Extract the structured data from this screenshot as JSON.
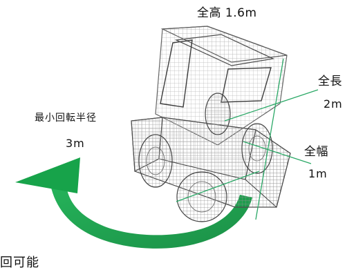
{
  "dimensions": {
    "height_label": "全高 1.6m",
    "length_title": "全長",
    "length_value": "2m",
    "width_title": "全幅",
    "width_value": "1m",
    "radius_title": "最小回転半径",
    "radius_value": "3m"
  },
  "footer": {
    "partial_text": "回可能"
  },
  "colors": {
    "arrow_green": "#17a34a",
    "line_green": "#2aa866",
    "wireframe": "#6b6b6b",
    "dark_wireframe": "#3f3f3f"
  },
  "icons": {
    "vehicle": "forklift-wireframe-icon",
    "turn_arrow": "turning-radius-arrow-icon"
  }
}
